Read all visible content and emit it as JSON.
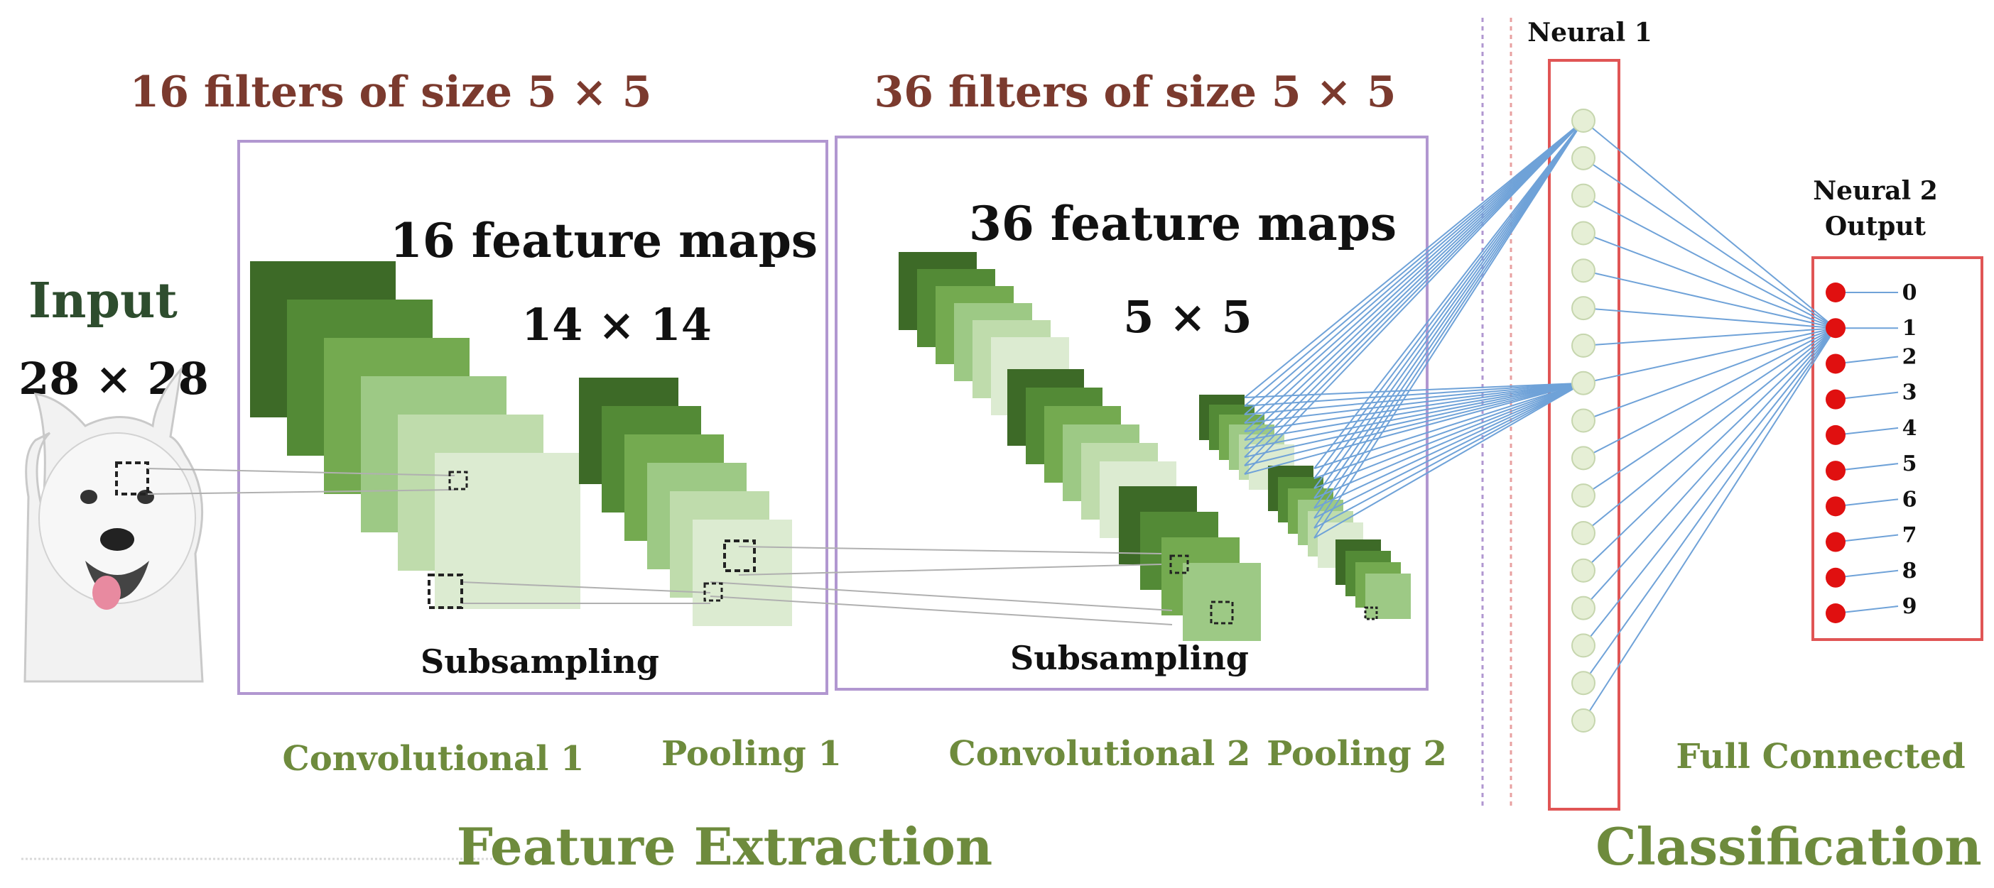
{
  "input": {
    "label": "Input",
    "size": "28 × 28"
  },
  "feature_extraction": {
    "label": "Feature Extraction",
    "block1": {
      "filters": "16 filters of size 5 × 5",
      "maps": "16 feature maps",
      "size": "14 × 14",
      "subsampling": "Subsampling",
      "conv_label": "Convolutional 1",
      "pool_label": "Pooling 1"
    },
    "block2": {
      "filters": "36 filters of size 5 × 5",
      "maps": "36 feature maps",
      "size": "5 × 5",
      "subsampling": "Subsampling",
      "conv_label": "Convolutional 2",
      "pool_label": "Pooling 2"
    }
  },
  "classification": {
    "label": "Classification",
    "neural1": "Neural 1",
    "neural2": "Neural 2",
    "output": "Output",
    "full_connected": "Full Connected",
    "output_digits": [
      "0",
      "1",
      "2",
      "3",
      "4",
      "5",
      "6",
      "7",
      "8",
      "9"
    ],
    "hidden_neuron_count": 17
  },
  "colors": {
    "filter_title": "#7b3a2e",
    "layer_label": "#6e8b3d",
    "block_border": "#b197d0",
    "neural_border": "#e05555",
    "output_node": "#e01010",
    "connection": "#6fa2d8",
    "green_shades": [
      "#3d6a27",
      "#538a36",
      "#74aa50",
      "#9dc985",
      "#bfdcac",
      "#dcebd1"
    ]
  }
}
